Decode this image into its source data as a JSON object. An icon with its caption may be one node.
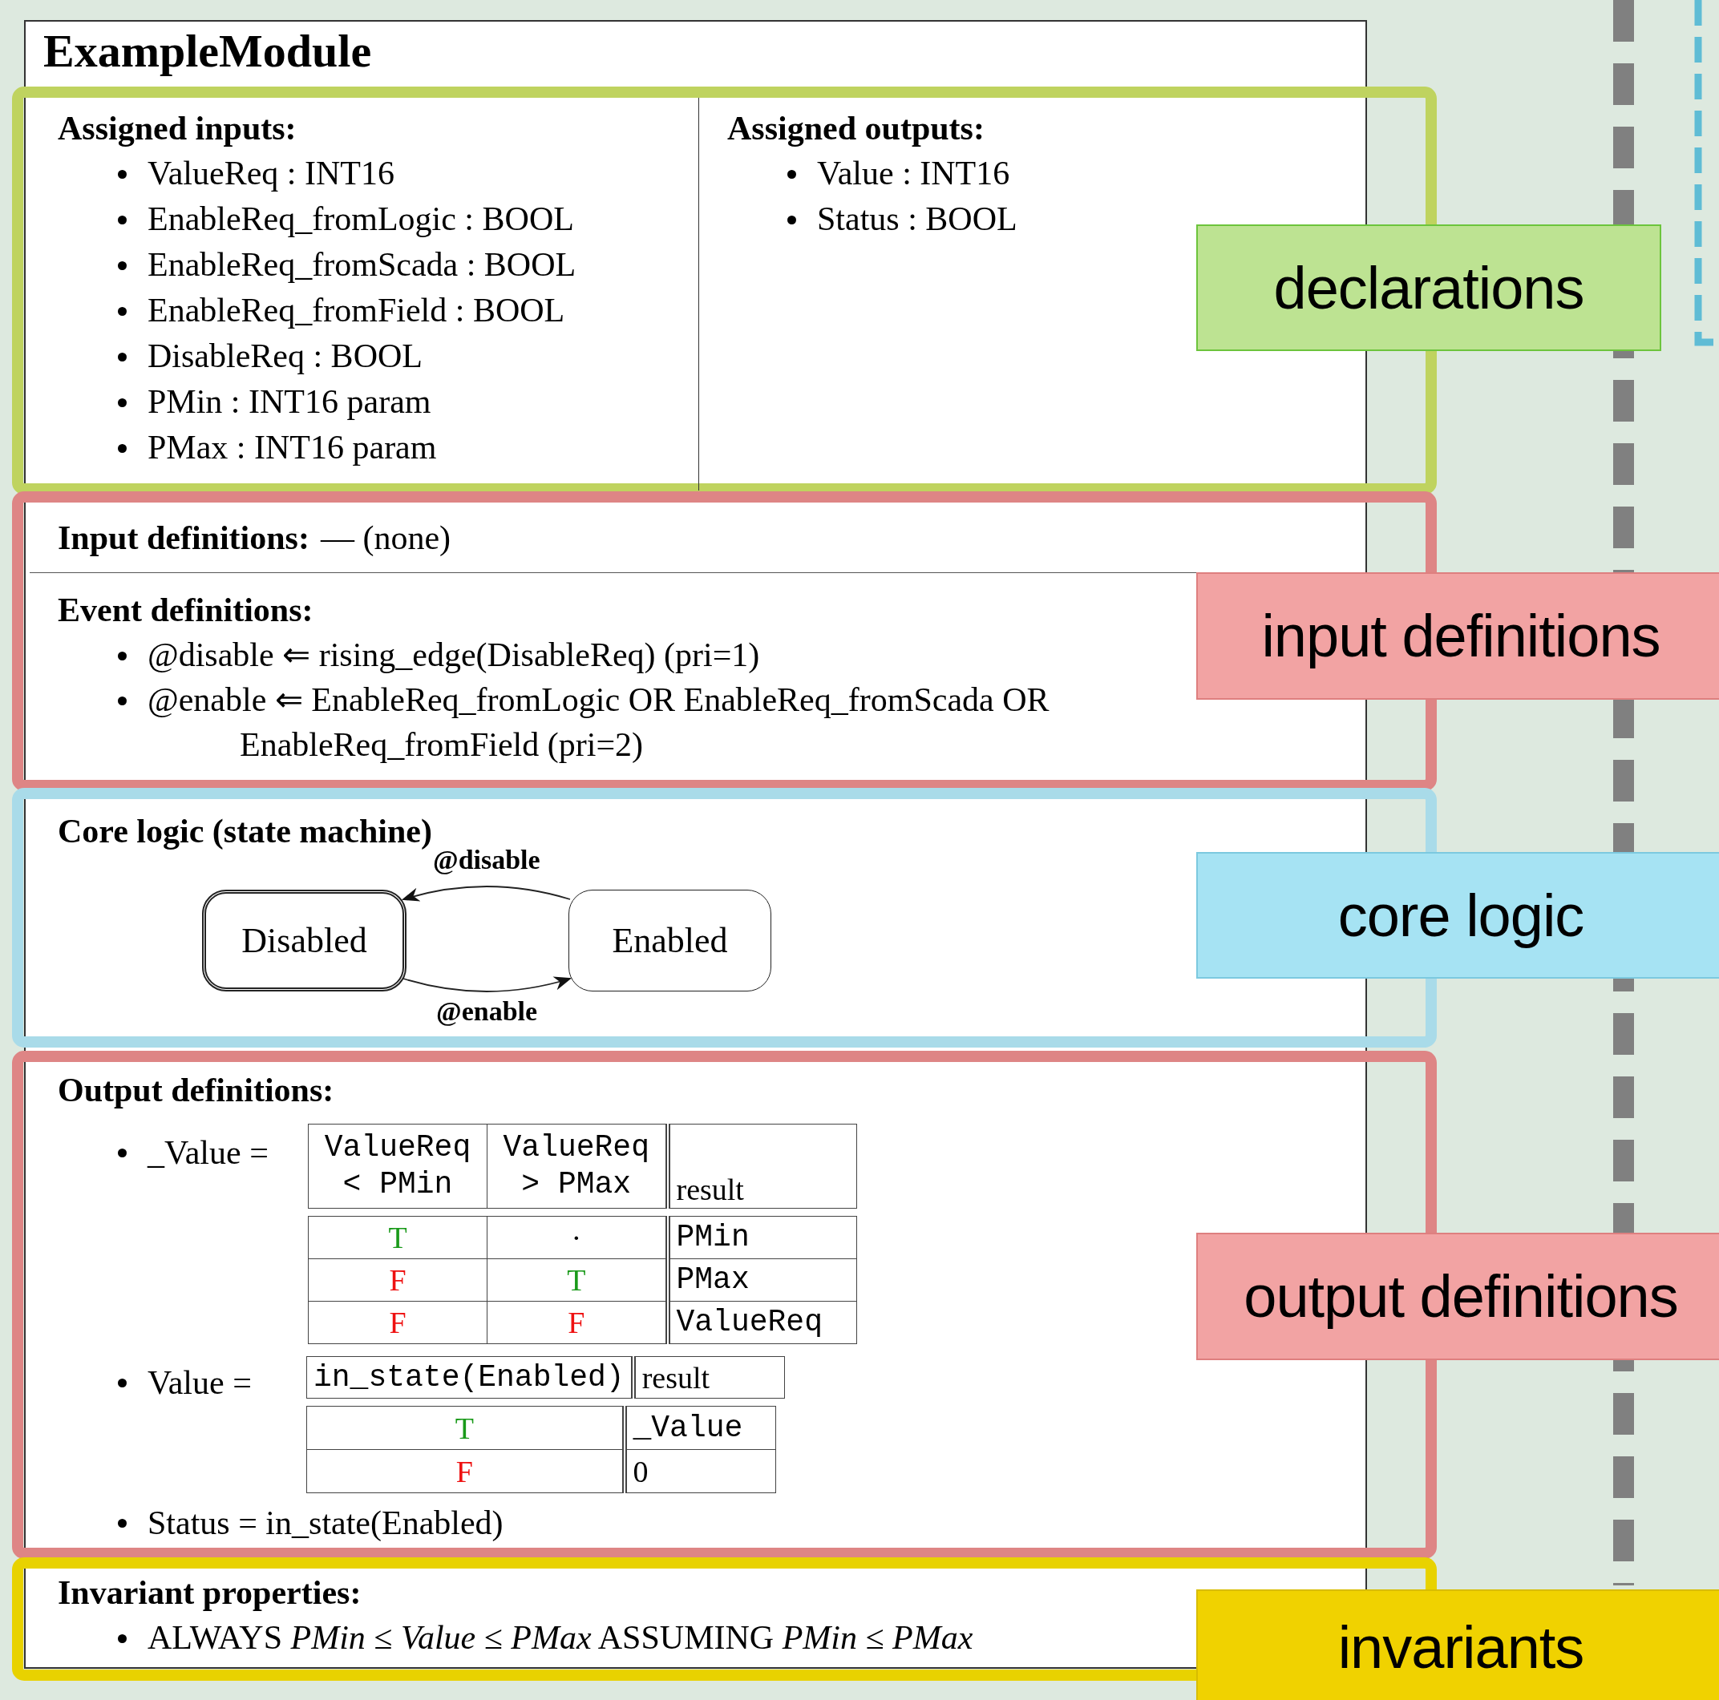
{
  "diagram": {
    "nodes": [
      {
        "text": [
          "ExampleModule"
        ]
      },
      {
        "text": [
          "Assigned inputs:",
          "ValueReq : INT16",
          "EnableReq_fromLogic : BOOL",
          "EnableReq_fromScada : BOOL",
          "EnableReq_fromField : BOOL",
          "DisableReq : BOOL",
          "PMin : INT16 param",
          "PMax : INT16 param"
        ],
        "in": 0
      },
      {
        "text": [
          "Assigned outputs:",
          "Value : INT16",
          "Status : BOOL"
        ],
        "in": 0
      },
      {
        "text": [
          "Input definitions:",
          "— (none)"
        ],
        "in": 0
      },
      {
        "text": [
          "Event definitions:",
          "@disable ⇐ rising_edge(DisableReq) (pri=1)",
          "@enable ⇐ EnableReq_fromLogic OR EnableReq_fromScada OR EnableReq_fromField (pri=2)"
        ],
        "in": 0
      },
      {
        "text": [
          "Core logic (state machine)"
        ],
        "in": 0
      },
      {
        "text": [
          "Disabled"
        ],
        "in": 5
      },
      {
        "text": [
          "Enabled"
        ],
        "in": 5
      },
      {
        "text": [
          "Output definitions:",
          "_Value =",
          "Value =",
          "Status = in_state(Enabled)"
        ],
        "in": 0
      },
      {
        "text": [
          "Invariant properties:",
          "ALWAYS *PMin* ≤ *Value* ≤ *PMax* ASSUMING *PMin* ≤ *PMax*"
        ],
        "in": 0
      },
      {
        "text": [
          "declarations"
        ]
      },
      {
        "text": [
          "input definitions"
        ]
      },
      {
        "text": [
          "core logic"
        ]
      },
      {
        "text": [
          "output definitions"
        ]
      },
      {
        "text": [
          "invariants"
        ]
      }
    ],
    "edges": [
      {
        "from": 7,
        "to": 6,
        "arrow": "to",
        "label": "@disable"
      },
      {
        "from": 6,
        "to": 7,
        "arrow": "to",
        "label": "@enable"
      }
    ],
    "labels": [
      "ValueReq < PMin",
      "ValueReq > PMax",
      "result",
      "T",
      "·",
      "PMin",
      "F",
      "T",
      "PMax",
      "F",
      "F",
      "ValueReq",
      "in_state(Enabled)",
      "result",
      "T",
      "_Value",
      "F",
      "0"
    ]
  }
}
